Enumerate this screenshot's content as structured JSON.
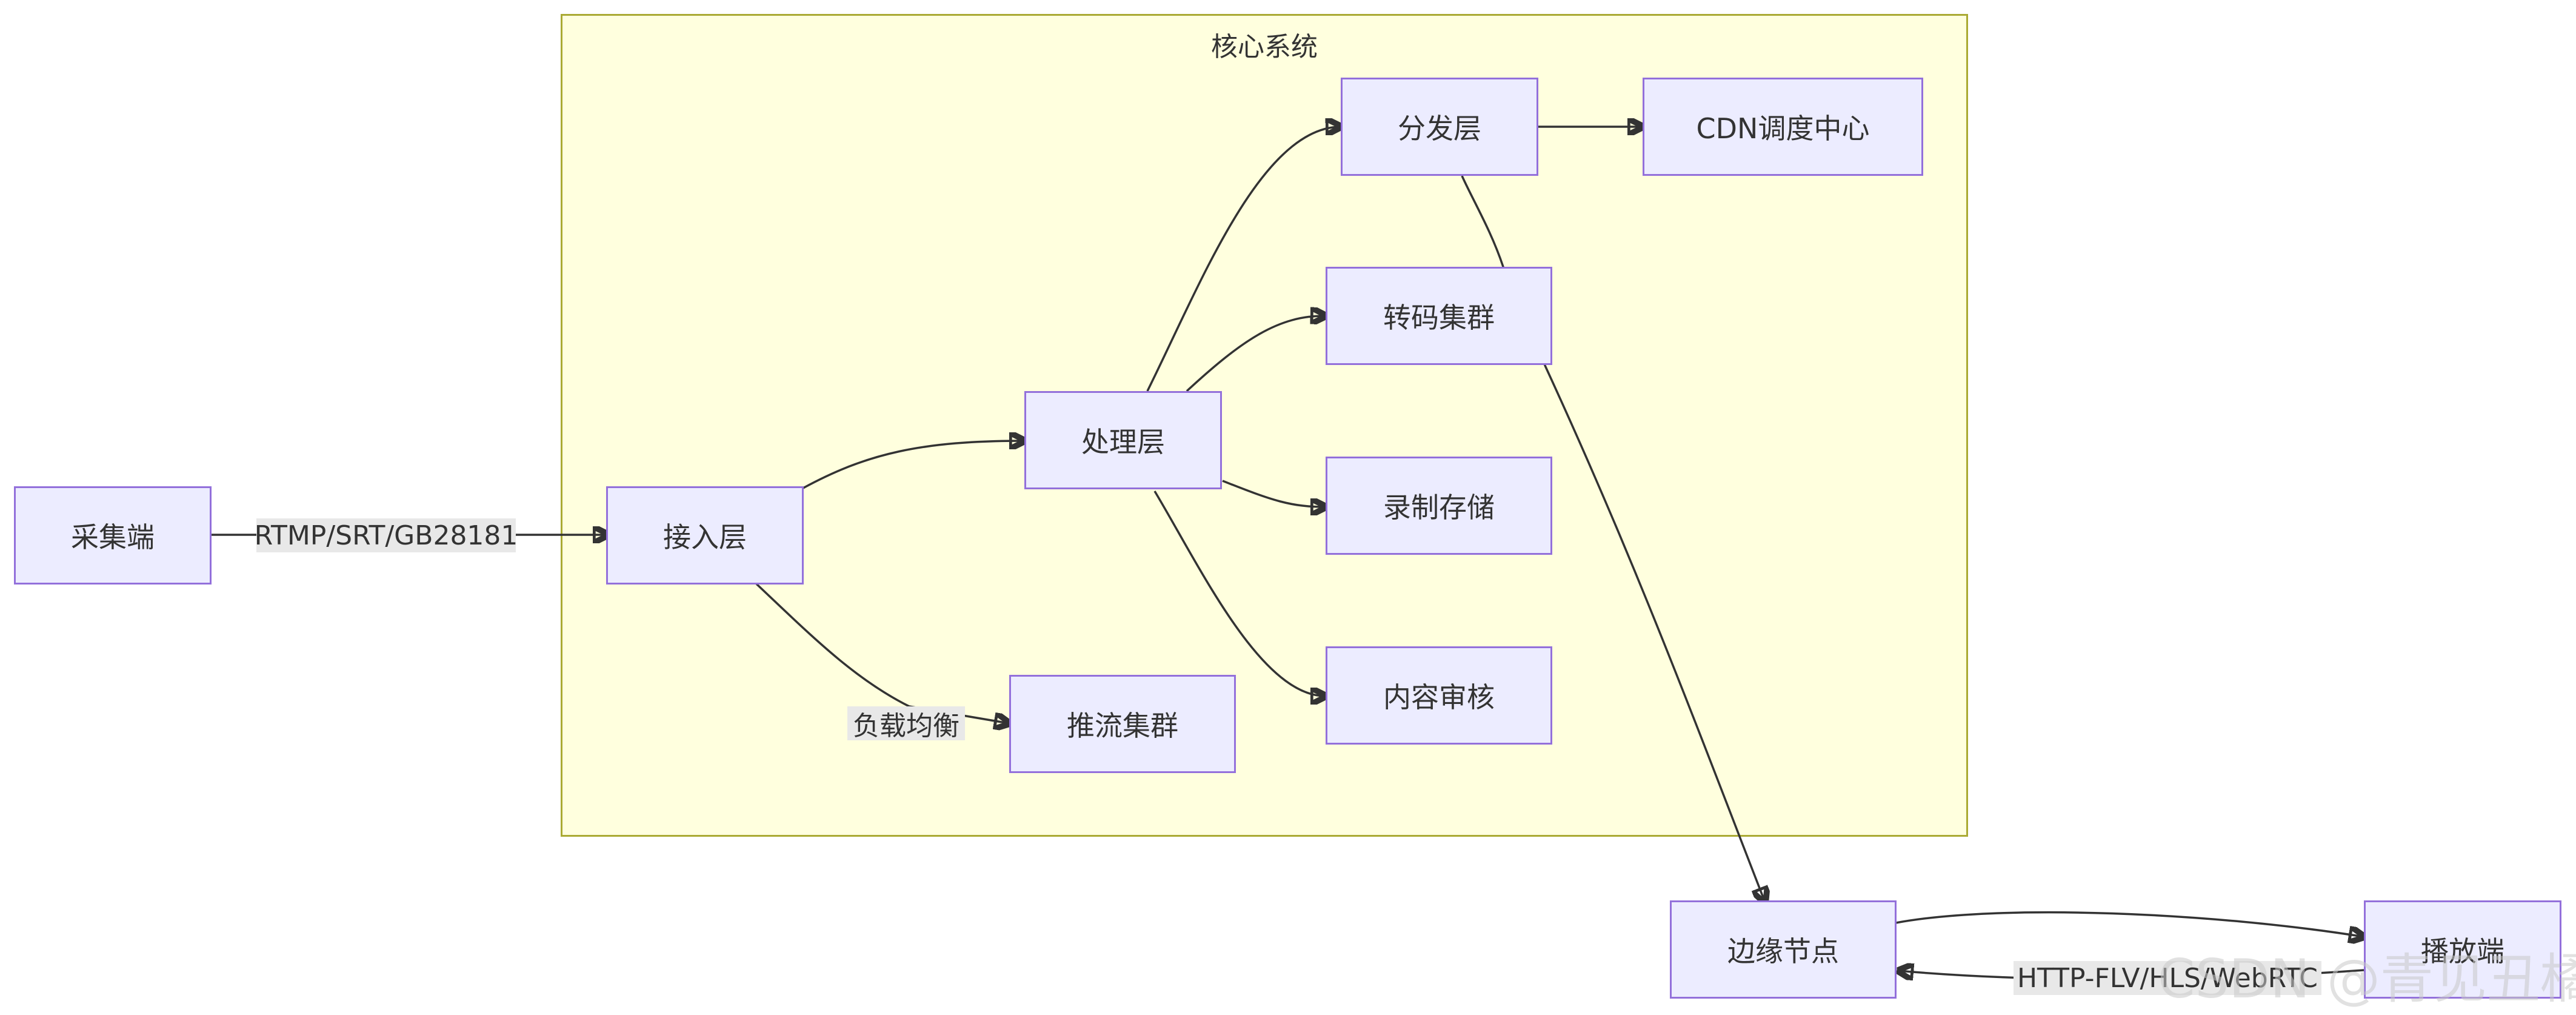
{
  "subgraph": {
    "title": "核心系统"
  },
  "nodes": {
    "capture": "采集端",
    "access": "接入层",
    "processing": "处理层",
    "distribution": "分发层",
    "cdn": "CDN调度中心",
    "transcode": "转码集群",
    "record": "录制存储",
    "review": "内容审核",
    "push_cluster": "推流集群",
    "edge": "边缘节点",
    "player": "播放端"
  },
  "edge_labels": {
    "protocols_in": "RTMP/SRT/GB28181",
    "load_balance": "负载均衡",
    "protocols_out": "HTTP-FLV/HLS/WebRTC"
  },
  "watermark": "CSDN @青见丑橘",
  "colors": {
    "node_fill": "#ececff",
    "node_border": "#9370db",
    "cluster_fill": "#ffffde",
    "cluster_border": "#aaaa33",
    "edge": "#333333",
    "label_bg": "#e8e8e8"
  }
}
